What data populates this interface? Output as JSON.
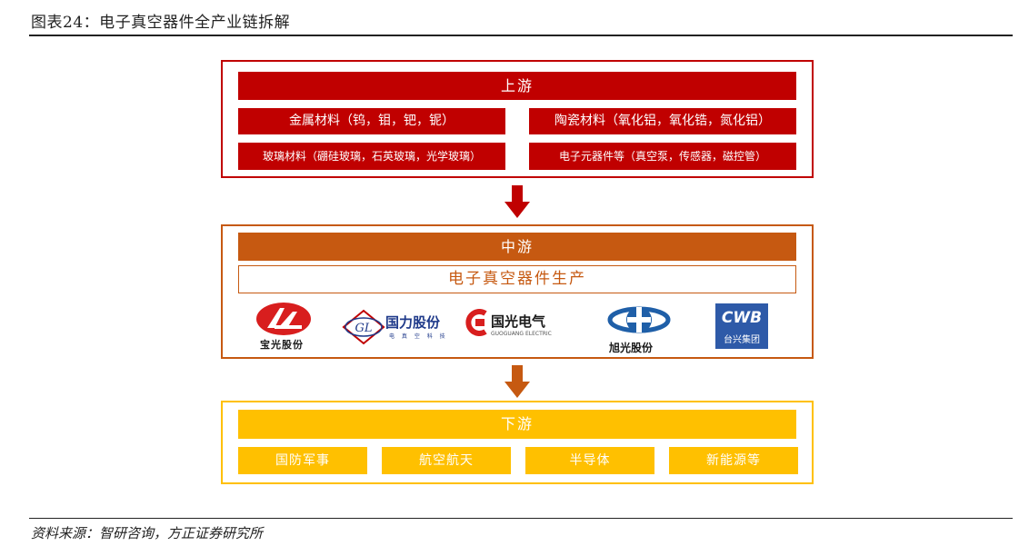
{
  "figure_title": "图表24：电子真空器件全产业链拆解",
  "source": "资料来源：智研咨询，方正证券研究所",
  "upstream": {
    "header": "上游",
    "items": [
      "金属材料（钨，钼，钯，铌）",
      "陶瓷材料（氧化铝，氧化锆，氮化铝）",
      "玻璃材料（硼硅玻璃，石英玻璃，光学玻璃）",
      "电子元器件等（真空泵，传感器，磁控管）"
    ]
  },
  "midstream": {
    "header": "中游",
    "production": "电子真空器件生产",
    "logos": [
      {
        "name": "宝光股份"
      },
      {
        "name": "国力股份",
        "subtitle": "电 真 空 科 技",
        "mark": "GL"
      },
      {
        "name": "国光电气",
        "subtitle": "GUOGUANG ELECTRIC"
      },
      {
        "name": "旭光股份"
      },
      {
        "name": "CWB",
        "subtitle": "台兴集团"
      }
    ]
  },
  "downstream": {
    "header": "下游",
    "items": [
      "国防军事",
      "航空航天",
      "半导体",
      "新能源等"
    ]
  },
  "colors": {
    "upstream": "#c00000",
    "midstream": "#c65911",
    "downstream": "#ffc000"
  }
}
